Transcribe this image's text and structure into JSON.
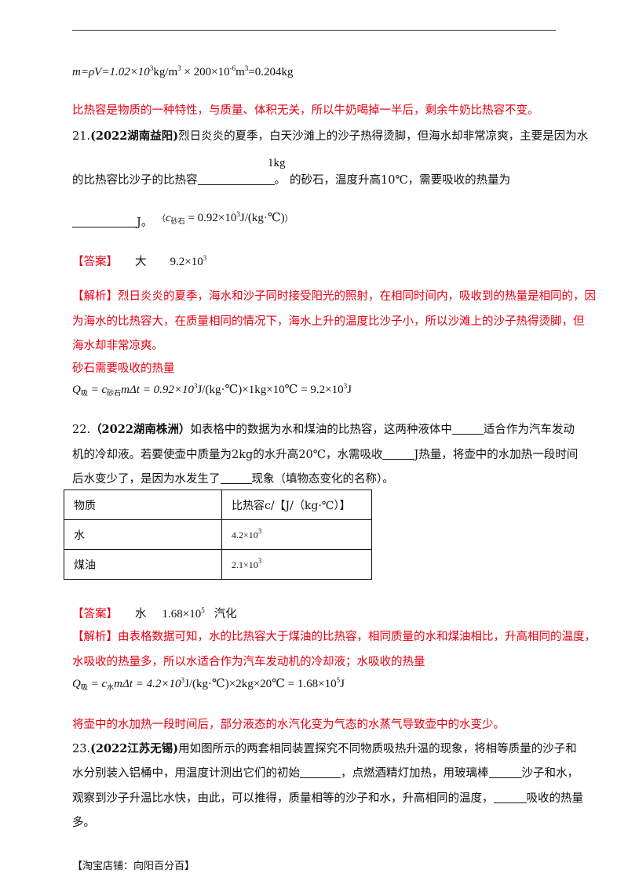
{
  "top_formula": {
    "lhs": "m=ρV=1.02×10",
    "e1": "3",
    "u1": "kg/m",
    "e2": "3",
    "mid": " × 200×10",
    "e3": "-6",
    "u2": "m",
    "e4": "3",
    "rhs": "=0.204kg"
  },
  "top_conclusion": "比热容是物质的一种特性，与质量、体积无关，所以牛奶喝掉一半后，剩余牛奶比热容不变。",
  "q21": {
    "number": "21.",
    "source": "(2022湖南益阳)",
    "line1": "烈日炎炎的夏季，白天沙滩上的沙子热得烫脚，但海水却非常凉爽，主要是因为水",
    "line2a": "的比热容比沙子的比热容",
    "line2b": "。",
    "mass": "1kg",
    "line2c": "的砂石，温度升高10℃，需要吸收的热量为",
    "unit": "J。",
    "given_open": "（",
    "given_c": "c",
    "given_sub": "砂石",
    "given_val": " = 0.92×10",
    "given_exp": "3",
    "given_unit": "J/(kg·℃)",
    "given_close": "）",
    "answer_label": "【答案】",
    "answer_1": "大",
    "answer_2": "9.2×10",
    "answer_2_exp": "3",
    "analysis_label": "【解析】",
    "analysis_1": "烈日炎炎的夏季，海水和沙子同时接受阳光的照射，在相同时间内，吸收到的热量是相同的，因",
    "analysis_2": "为海水的比热容大，在质量相同的情况下，海水上升的温度比沙子小，所以沙滩上的沙子热得烫脚，但",
    "analysis_3": "海水却非常凉爽。",
    "analysis_4": "砂石需要吸收的热量",
    "formula_q": "Q",
    "formula_q_sub": "吸",
    "formula_eq1": " = c",
    "formula_c_sub": "砂石",
    "formula_rest": "mΔt = 0.92×10",
    "formula_exp1": "3",
    "formula_rest2": "J/(kg·℃)×1kg×10℃ = 9.2×10",
    "formula_exp2": "3",
    "formula_end": "J"
  },
  "q22": {
    "number": "22.",
    "source": "（2022湖南株洲）",
    "line1": "如表格中的数据为水和煤油的比热容，这两种液体中",
    "line1b": "适合作为汽车发动",
    "line2a": "机的冷却液。若要使壶中质量为2kg的水升高20℃，水需吸收",
    "line2b": "J热量，将壶中的水加热一段时间",
    "line3a": "后水变少了，是因为水发生了",
    "line3b": "现象（填物态变化的名称）。",
    "table": {
      "header": [
        "物质",
        "比热容c/【J/（kg·℃）】"
      ],
      "rows": [
        {
          "name": "水",
          "base": "4.2×10",
          "exp": "3"
        },
        {
          "name": "煤油",
          "base": "2.1×10",
          "exp": "3"
        }
      ]
    },
    "answer_label": "【答案】",
    "answer_1": "水",
    "answer_2": "1.68×10",
    "answer_2_exp": "5",
    "answer_3": "汽化",
    "analysis_label": "【解析】",
    "analysis_1": "由表格数据可知，水的比热容大于煤油的比热容，相同质量的水和煤油相比，升高相同的温度，",
    "analysis_2": "水吸收的热量多，所以水适合作为汽车发动机的冷却液；水吸收的热量",
    "formula_q": "Q",
    "formula_q_sub": "吸",
    "formula_eq1": " = c",
    "formula_c_sub": "水",
    "formula_rest": "mΔt = 4.2×10",
    "formula_exp1": "3",
    "formula_rest2": "J/(kg·℃)×2kg×20℃ = 1.68×10",
    "formula_exp2": "5",
    "formula_end": "J",
    "conclusion": "将壶中的水加热一段时间后，部分液态的水汽化变为气态的水蒸气导致壶中的水变少。"
  },
  "q23": {
    "number": "23.",
    "source": "(2022江苏无锡)",
    "line1": "用如图所示的两套相同装置探究不同物质吸热升温的现象，将相等质量的沙子和",
    "line2a": "水分别装入铝桶中，用温度计测出它们的初始",
    "line2b": "，点燃酒精灯加热，用玻璃棒",
    "line2c": "沙子和水，",
    "line3a": "观察到沙子升温比水快，由此，可以推得，质量相等的沙子和水，升高相同的温度，",
    "line3b": "吸收的热量",
    "line4": "多。"
  },
  "footer": "【淘宝店铺：向阳百分百】",
  "colors": {
    "answer_red": "#e60012",
    "text": "#111111"
  }
}
